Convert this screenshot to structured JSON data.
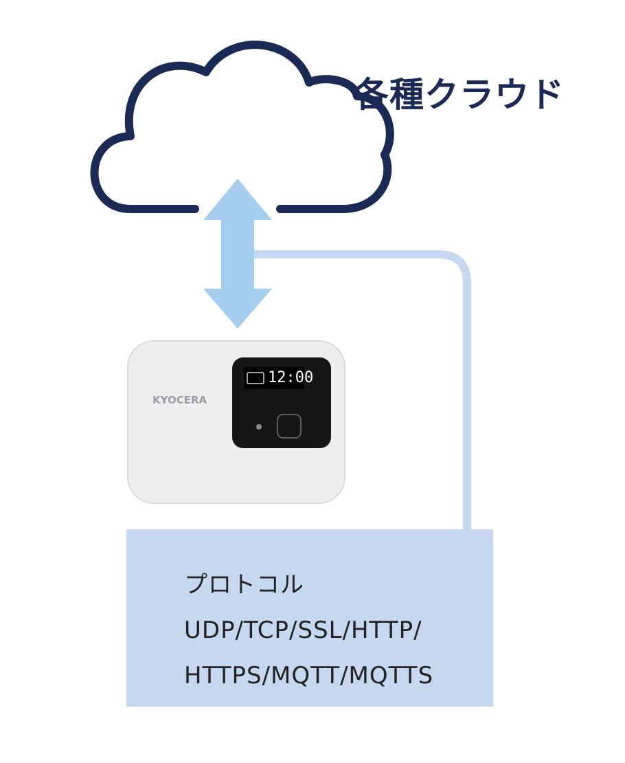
{
  "cloud": {
    "label": "各種クラウド"
  },
  "device": {
    "brand": "KYOCERA",
    "clock": "12:00"
  },
  "protocol": {
    "heading": "プロトコル",
    "line1": "UDP/TCP/SSL/HTTP/",
    "line2": "HTTPS/MQTT/MQTTS"
  },
  "colors": {
    "cloud_outline": "#1b2a55",
    "arrow": "#a5cdee",
    "connector": "#c5d8f0",
    "box": "#c5d8f0"
  },
  "icons": [
    "cloud-icon",
    "double-arrow-icon",
    "wifi-router-device"
  ]
}
